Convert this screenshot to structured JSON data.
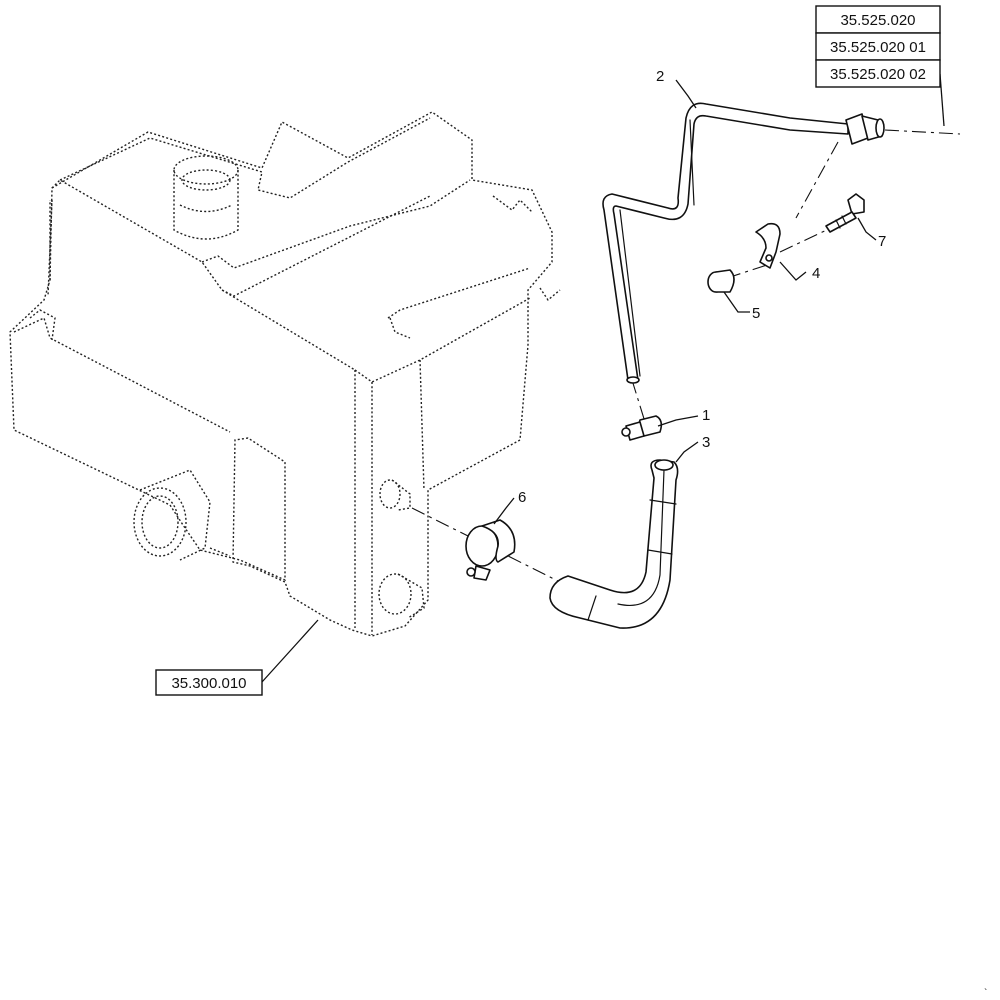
{
  "reference_boxes": {
    "top_stack": [
      "35.525.020",
      "35.525.020 01",
      "35.525.020 02"
    ],
    "tank": "35.300.010"
  },
  "callouts": {
    "c1": "1",
    "c2": "2",
    "c3": "3",
    "c4": "4",
    "c5": "5",
    "c6": "6",
    "c7": "7"
  },
  "corner_mark": "`"
}
